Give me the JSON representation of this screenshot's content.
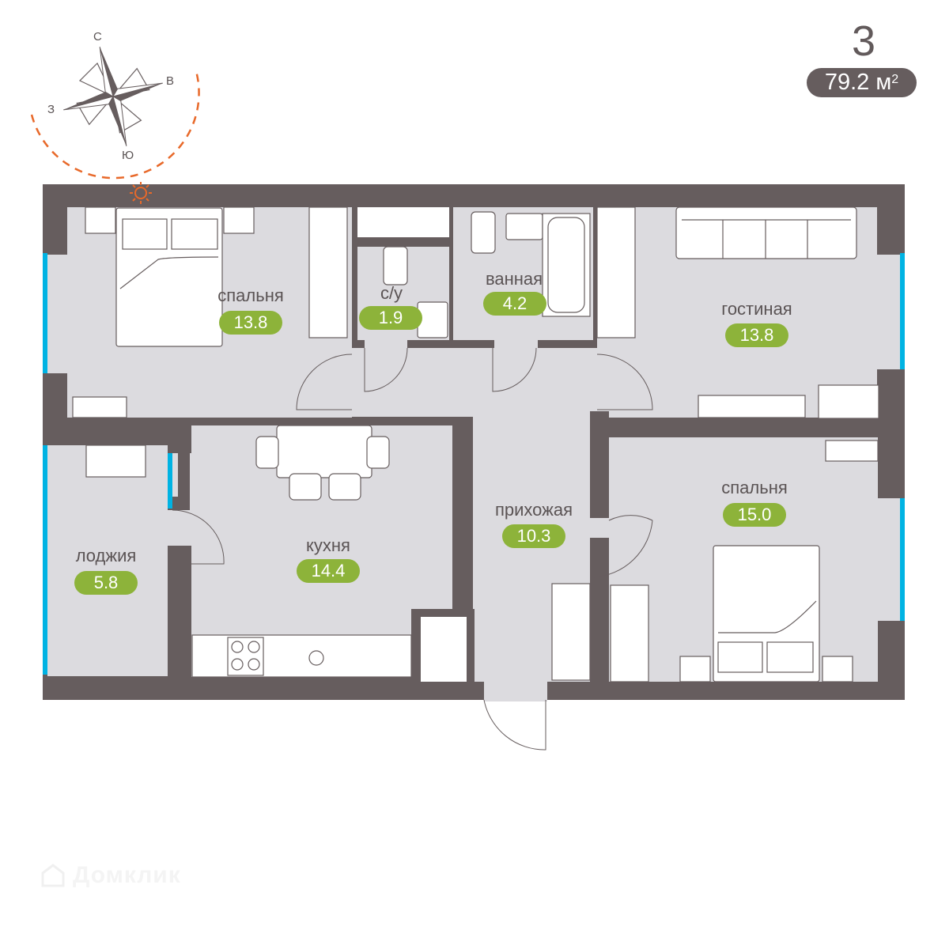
{
  "header": {
    "room_count": "3",
    "total_area": "79.2 м",
    "area_unit_sup": "2"
  },
  "compass": {
    "north": "С",
    "east": "В",
    "south": "Ю",
    "west": "З",
    "sun_color": "#e8692a"
  },
  "rooms": [
    {
      "name": "спальня",
      "area": "13.8"
    },
    {
      "name": "с/у",
      "area": "1.9"
    },
    {
      "name": "ванная",
      "area": "4.2"
    },
    {
      "name": "гостиная",
      "area": "13.8"
    },
    {
      "name": "лоджия",
      "area": "5.8"
    },
    {
      "name": "кухня",
      "area": "14.4"
    },
    {
      "name": "прихожая",
      "area": "10.3"
    },
    {
      "name": "спальня",
      "area": "15.0"
    }
  ],
  "colors": {
    "wall": "#665d5e",
    "floor": "#dcdbdf",
    "window": "#00b3e3",
    "badge": "#8db33a",
    "text": "#5a5354"
  },
  "watermark": {
    "text": "Домклик"
  }
}
